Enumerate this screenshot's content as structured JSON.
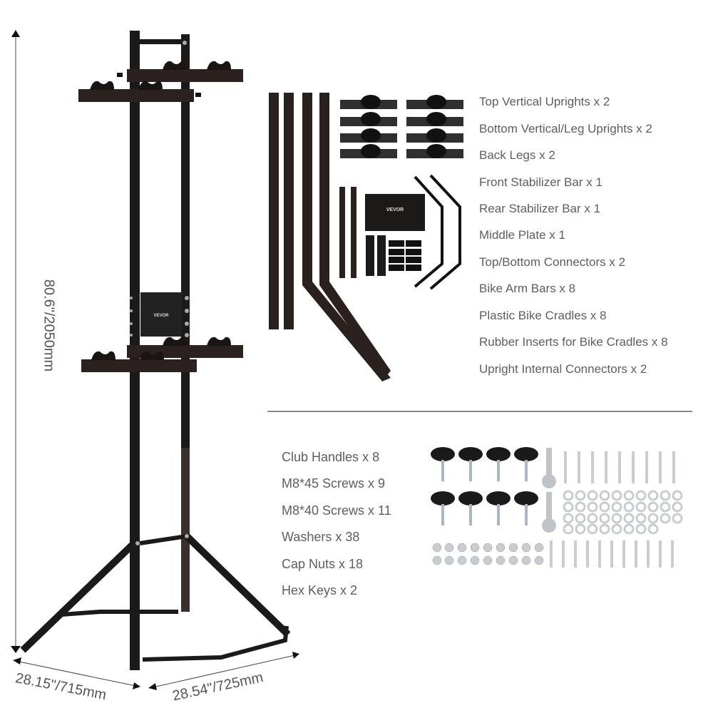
{
  "dimensions": {
    "height": "80.6\"/2050mm",
    "depth": "28.15\"/715mm",
    "width": "28.54\"/725mm"
  },
  "parts_list": [
    {
      "label": "Top Vertical Uprights x 2"
    },
    {
      "label": "Bottom Vertical/Leg Uprights x 2"
    },
    {
      "label": "Back Legs x 2"
    },
    {
      "label": "Front Stabilizer Bar x 1"
    },
    {
      "label": "Rear Stabilizer Bar x 1"
    },
    {
      "label": "Middle Plate x 1"
    },
    {
      "label": "Top/Bottom Connectors x 2"
    },
    {
      "label": "Bike Arm Bars x 8"
    },
    {
      "label": "Plastic Bike Cradles x 8"
    },
    {
      "label": "Rubber Inserts for Bike Cradles x 8"
    },
    {
      "label": "Upright Internal Connectors x 2"
    }
  ],
  "hardware_list": [
    {
      "label": "Club Handles x 8"
    },
    {
      "label": "M8*45 Screws x 9"
    },
    {
      "label": "M8*40 Screws x 11"
    },
    {
      "label": "Washers x 38"
    },
    {
      "label": "Cap Nuts x 18"
    },
    {
      "label": "Hex Keys x 2"
    }
  ],
  "brand": {
    "plate_logo": "VEVOR"
  },
  "colors": {
    "frame": "#1c1a19",
    "arm": "#2b221f",
    "text": "#5e5e5e",
    "metal": "#c9ccd0"
  }
}
